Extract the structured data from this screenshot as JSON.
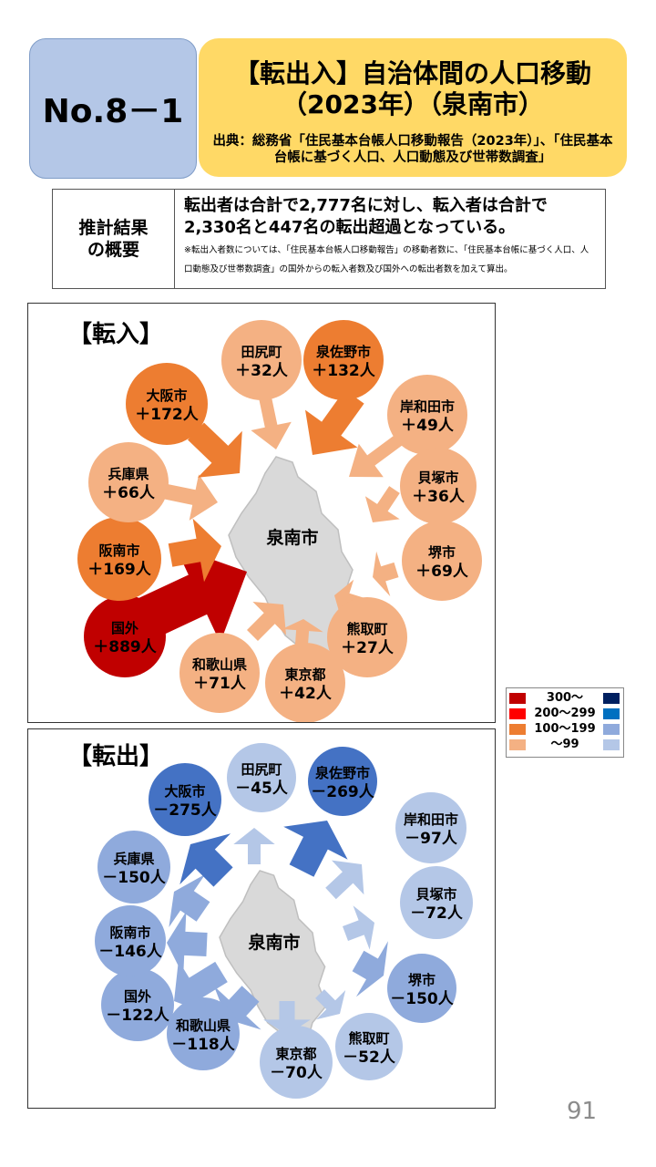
{
  "header": {
    "number": "No.8－1",
    "title": "【転出入】自治体間の人口移動\n（2023年）（泉南市）",
    "source": "出典：総務省「住民基本台帳人口移動報告（2023年）」、「住民基本台帳に基づく人口、人口動態及び世帯数調査」"
  },
  "summary": {
    "label": "推計結果\nの概要",
    "text": "転出者は合計で2,777名に対し、転入者は合計で2,330名と447名の転出超過となっている。",
    "note": "※転出入者数については、「住民基本台帳人口移動報告」の移動者数に、「住民基本台帳に基づく人口、人口動態及び世帯数調査」の国外からの転入者数及び国外への転出者数を加えて算出。"
  },
  "center_label": "泉南市",
  "chart_data": [
    {
      "type": "flow-map",
      "title": "【転入】",
      "center": "泉南市",
      "flows": [
        {
          "name": "田尻町",
          "label": "＋32人",
          "value": 32,
          "color": "#f4b183"
        },
        {
          "name": "泉佐野市",
          "label": "＋132人",
          "value": 132,
          "color": "#ed7d31"
        },
        {
          "name": "岸和田市",
          "label": "＋49人",
          "value": 49,
          "color": "#f4b183"
        },
        {
          "name": "貝塚市",
          "label": "＋36人",
          "value": 36,
          "color": "#f4b183"
        },
        {
          "name": "堺市",
          "label": "＋69人",
          "value": 69,
          "color": "#f4b183"
        },
        {
          "name": "熊取町",
          "label": "＋27人",
          "value": 27,
          "color": "#f4b183"
        },
        {
          "name": "東京都",
          "label": "＋42人",
          "value": 42,
          "color": "#f4b183"
        },
        {
          "name": "和歌山県",
          "label": "＋71人",
          "value": 71,
          "color": "#f4b183"
        },
        {
          "name": "国外",
          "label": "＋889人",
          "value": 889,
          "color": "#c00000"
        },
        {
          "name": "阪南市",
          "label": "＋169人",
          "value": 169,
          "color": "#ed7d31"
        },
        {
          "name": "兵庫県",
          "label": "＋66人",
          "value": 66,
          "color": "#f4b183"
        },
        {
          "name": "大阪市",
          "label": "＋172人",
          "value": 172,
          "color": "#ed7d31"
        }
      ]
    },
    {
      "type": "flow-map",
      "title": "【転出】",
      "center": "泉南市",
      "flows": [
        {
          "name": "田尻町",
          "label": "－45人",
          "value": -45,
          "color": "#b4c7e7"
        },
        {
          "name": "泉佐野市",
          "label": "－269人",
          "value": -269,
          "color": "#4472c4"
        },
        {
          "name": "岸和田市",
          "label": "－97人",
          "value": -97,
          "color": "#b4c7e7"
        },
        {
          "name": "貝塚市",
          "label": "－72人",
          "value": -72,
          "color": "#b4c7e7"
        },
        {
          "name": "堺市",
          "label": "－150人",
          "value": -150,
          "color": "#8faadc"
        },
        {
          "name": "熊取町",
          "label": "－52人",
          "value": -52,
          "color": "#b4c7e7"
        },
        {
          "name": "東京都",
          "label": "－70人",
          "value": -70,
          "color": "#b4c7e7"
        },
        {
          "name": "和歌山県",
          "label": "－118人",
          "value": -118,
          "color": "#8faadc"
        },
        {
          "name": "国外",
          "label": "－122人",
          "value": -122,
          "color": "#8faadc"
        },
        {
          "name": "阪南市",
          "label": "－146人",
          "value": -146,
          "color": "#8faadc"
        },
        {
          "name": "兵庫県",
          "label": "－150人",
          "value": -150,
          "color": "#8faadc"
        },
        {
          "name": "大阪市",
          "label": "－275人",
          "value": -275,
          "color": "#4472c4"
        }
      ]
    }
  ],
  "legend": [
    {
      "label": "300～",
      "in_color": "#c00000",
      "out_color": "#002060"
    },
    {
      "label": "200～299",
      "in_color": "#ff0000",
      "out_color": "#0070c0"
    },
    {
      "label": "100～199",
      "in_color": "#ed7d31",
      "out_color": "#8faadc"
    },
    {
      "label": "～99",
      "in_color": "#f4b183",
      "out_color": "#b4c7e7"
    }
  ],
  "page_number": "91"
}
